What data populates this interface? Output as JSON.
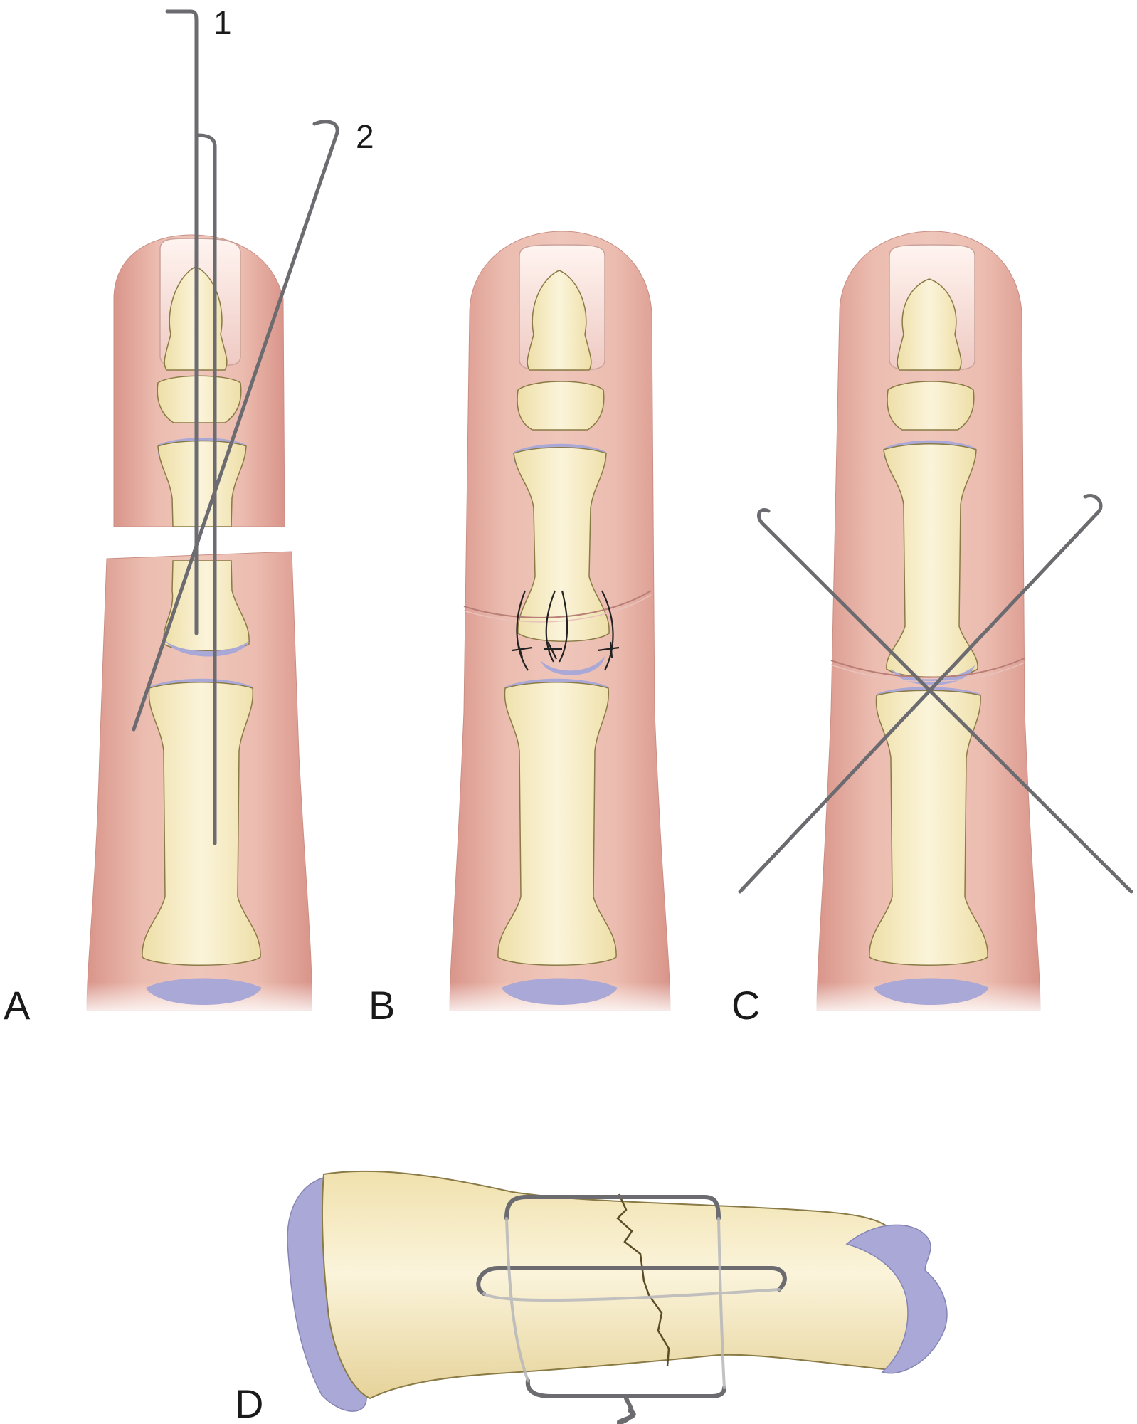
{
  "figure": {
    "panels": [
      {
        "id": "A",
        "label": "A"
      },
      {
        "id": "B",
        "label": "B"
      },
      {
        "id": "C",
        "label": "C"
      },
      {
        "id": "D",
        "label": "D"
      }
    ],
    "wire_labels": [
      "1",
      "2"
    ]
  },
  "colors": {
    "skin": "#e9b3a6",
    "skin_shade": "#d99a8e",
    "bone": "#f6ecc4",
    "bone_edge": "#7a6a3a",
    "cartilage": "#a9a8d6",
    "nail": "#f7dcd6",
    "wire": "#6b6b70",
    "suture": "#222222"
  }
}
